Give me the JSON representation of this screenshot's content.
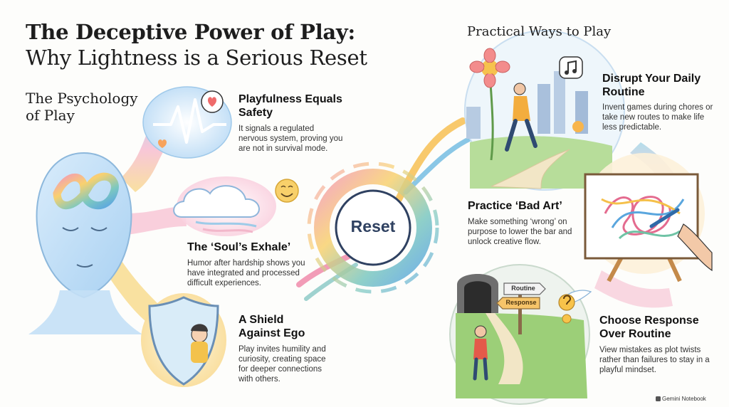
{
  "title": {
    "line1": "The Deceptive Power of Play:",
    "line2": "Why Lightness is a Serious Reset"
  },
  "sections": {
    "left": "The Psychology of Play",
    "right": "Practical Ways to Play"
  },
  "center": {
    "label": "Reset"
  },
  "left_items": [
    {
      "heading": "Playfulness Equals Safety",
      "body": "It signals a regulated nervous system, proving you are not in survival mode."
    },
    {
      "heading": "The ‘Soul’s Exhale’",
      "body": "Humor after hardship shows you have integrated and processed difficult experiences."
    },
    {
      "heading": "A Shield Against Ego",
      "body": "Play invites humility and curiosity, creating space for deeper connections with others."
    }
  ],
  "right_items": [
    {
      "heading": "Disrupt Your Daily Routine",
      "body": "Invent games during chores or take new routes to make life less predictable."
    },
    {
      "heading": "Practice ‘Bad Art’",
      "body": "Make something ‘wrong’ on purpose to lower the bar and unlock creative flow."
    },
    {
      "heading": "Choose Response Over Routine",
      "body": "View mistakes as plot twists rather than failures to stay in a playful mindset."
    }
  ],
  "signs": {
    "top": "Routine",
    "bottom": "Response"
  },
  "credit": "Gemini Notebook",
  "icons": [
    "head-icon",
    "heartbeat-icon",
    "heart-bubble-icon",
    "cloud-icon",
    "smiley-icon",
    "shield-icon",
    "music-note-icon",
    "question-icon",
    "easel-icon",
    "tunnel-icon"
  ],
  "colors": {
    "accent": "#2f4161",
    "text": "#1d1d1d",
    "blue": "#8fc2ea",
    "pink": "#f6a6c1",
    "yellow": "#f8d577"
  }
}
